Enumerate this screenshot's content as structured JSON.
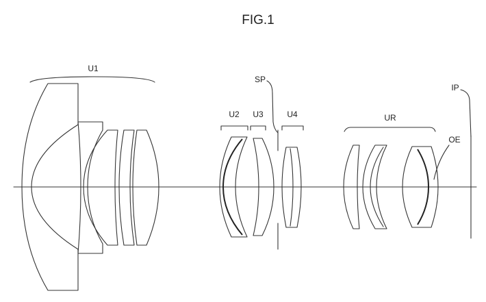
{
  "figure": {
    "title": "FIG.1",
    "labels": {
      "u1": "U1",
      "u2": "U2",
      "u3": "U3",
      "u4": "U4",
      "sp": "SP",
      "ur": "UR",
      "ip": "IP",
      "oe": "OE"
    }
  }
}
